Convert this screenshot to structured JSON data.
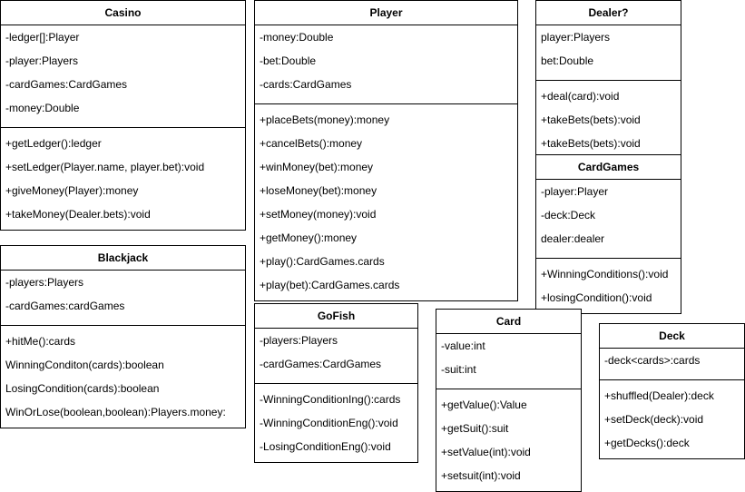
{
  "classes": [
    {
      "key": "casino",
      "name": "Casino",
      "attributes": [
        "-ledger[]:Player",
        "-player:Players",
        "-cardGames:CardGames",
        "-money:Double"
      ],
      "methods": [
        "+getLedger():ledger",
        "+setLedger(Player.name, player.bet):void",
        "+giveMoney(Player):money",
        "+takeMoney(Dealer.bets):void"
      ]
    },
    {
      "key": "player",
      "name": "Player",
      "attributes": [
        "-money:Double",
        "-bet:Double",
        "-cards:CardGames"
      ],
      "methods": [
        "+placeBets(money):money",
        "+cancelBets():money",
        "+winMoney(bet):money",
        "+loseMoney(bet):money",
        "+setMoney(money):void",
        "+getMoney():money",
        "+play():CardGames.cards",
        "+play(bet):CardGames.cards"
      ]
    },
    {
      "key": "dealer",
      "name": "Dealer?",
      "attributes": [
        "player:Players",
        "bet:Double"
      ],
      "methods": [
        "+deal(card):void",
        "+takeBets(bets):void",
        "+takeBets(bets):void"
      ]
    },
    {
      "key": "cardgames",
      "name": "CardGames",
      "attributes": [
        "-player:Player",
        "-deck:Deck",
        "dealer:dealer"
      ],
      "methods": [
        "+WinningConditions():void",
        "+losingCondition():void"
      ]
    },
    {
      "key": "blackjack",
      "name": "Blackjack",
      "attributes": [
        "-players:Players",
        "-cardGames:cardGames"
      ],
      "methods": [
        "+hitMe():cards",
        "WinningConditon(cards):boolean",
        "LosingCondition(cards):boolean",
        "WinOrLose(boolean,boolean):Players.money:"
      ]
    },
    {
      "key": "gofish",
      "name": "GoFish",
      "attributes": [
        "-players:Players",
        "-cardGames:CardGames"
      ],
      "methods": [
        "-WinningConditionIng():cards",
        "-WinningConditionEng():void",
        "-LosingConditionEng():void"
      ]
    },
    {
      "key": "card",
      "name": "Card",
      "attributes": [
        "-value:int",
        "-suit:int"
      ],
      "methods": [
        "+getValue():Value",
        "+getSuit():suit",
        "+setValue(int):void",
        "+setsuit(int):void"
      ]
    },
    {
      "key": "deck",
      "name": "Deck",
      "attributes": [
        "-deck<cards>:cards"
      ],
      "methods": [
        "+shuffled(Dealer):deck",
        "+setDeck(deck):void",
        "+getDecks():deck"
      ]
    }
  ]
}
